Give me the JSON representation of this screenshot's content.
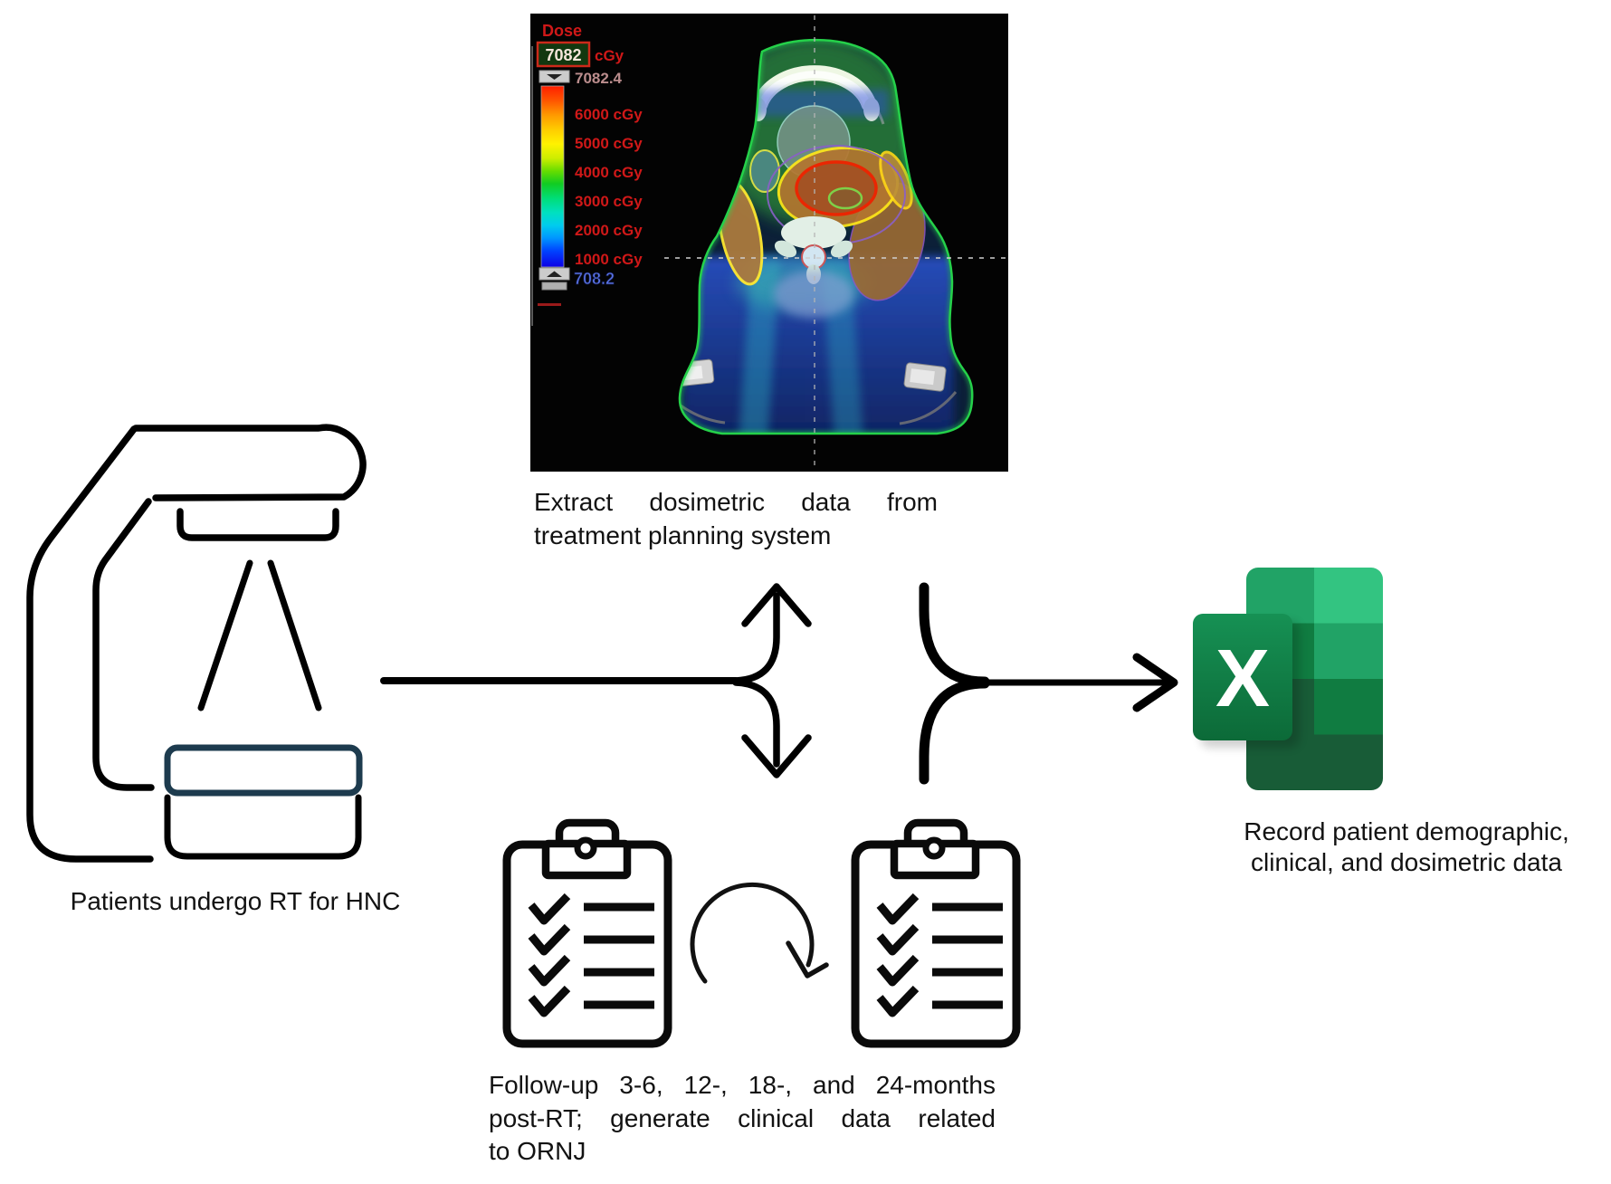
{
  "tps": {
    "legend": {
      "title": "Dose",
      "value": "7082",
      "unit": "cGy",
      "max": "7082.4",
      "levels": [
        "6000 cGy",
        "5000 cGy",
        "4000 cGy",
        "3000 cGy",
        "2000 cGy",
        "1000 cGy"
      ],
      "min": "708.2"
    },
    "caption_line1": "Extract dosimetric data from",
    "caption_line2": "treatment planning system"
  },
  "linac": {
    "caption": "Patients undergo RT for HNC"
  },
  "followup": {
    "caption_line1": "Follow-up 3-6, 12-, 18-, and 24-months",
    "caption_line2": "post-RT; generate clinical data related",
    "caption_line3": "to ORNJ"
  },
  "record": {
    "excel_letter": "X",
    "caption_line1": "Record patient demographic,",
    "caption_line2": "clinical, and dosimetric data"
  },
  "colors": {
    "legend_label_red": "#d01818",
    "dose_min_blue": "#5b74e8",
    "contour_green": "#25d14a",
    "couch_navy": "#1d3b4e",
    "excel_light": "#33C481",
    "excel_green": "#21A366",
    "excel_mid": "#107C41",
    "excel_dark": "#185C37"
  }
}
